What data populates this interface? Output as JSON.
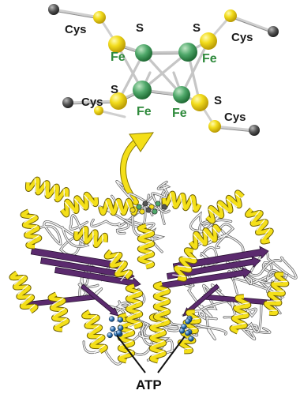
{
  "cluster": {
    "sulfur_labels": [
      "S",
      "S",
      "S",
      "S"
    ],
    "iron_labels": [
      "Fe",
      "Fe",
      "Fe",
      "Fe"
    ],
    "cysteine_labels": [
      "Cys",
      "Cys",
      "Cys",
      "Cys"
    ]
  },
  "protein": {
    "atp_label": "ATP"
  },
  "colors": {
    "sulfur": "#f2dc1c",
    "iron": "#4fa86a",
    "carbon": "#555555",
    "bond": "#c9c9c9",
    "helix": "#f4df18",
    "sheet": "#5b2a6e",
    "coil": "#8a8a8a",
    "arrow": "#f4df18",
    "atp": "#2b6fb0"
  }
}
